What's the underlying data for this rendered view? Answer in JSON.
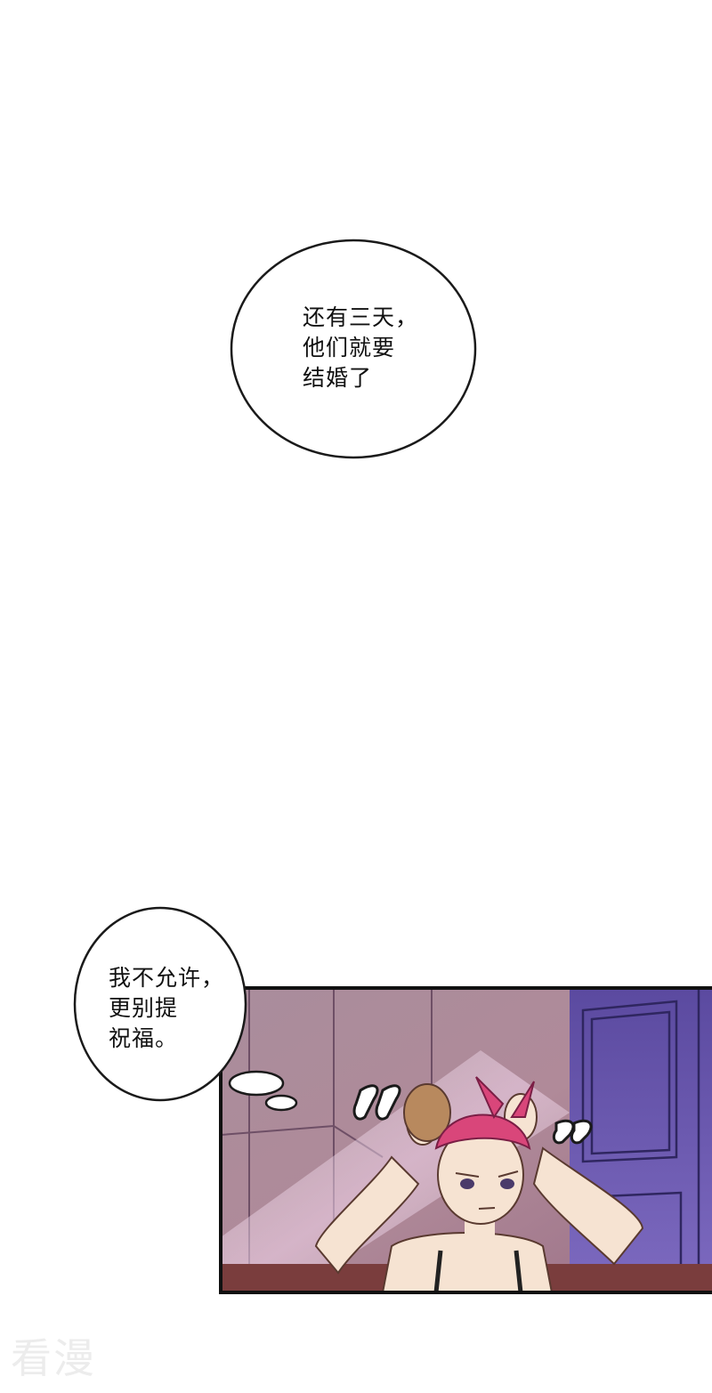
{
  "bubble_one": {
    "lines": [
      "还有三天，",
      "他们就要",
      "结婚了"
    ]
  },
  "bubble_two": {
    "lines": [
      "我不允许，",
      "更别提",
      "祝福。"
    ]
  },
  "watermark": {
    "text": "看漫"
  },
  "colors": {
    "background": "#ffffff",
    "panel_border": "#111111",
    "wall": "#9a7f8f",
    "door": "#5a4a9a",
    "headscarf": "#d9467a",
    "hair": "#b8895e",
    "skin": "#f6e3d2",
    "bubble_fill": "#ffffff",
    "bubble_stroke": "#1a1a1a"
  }
}
